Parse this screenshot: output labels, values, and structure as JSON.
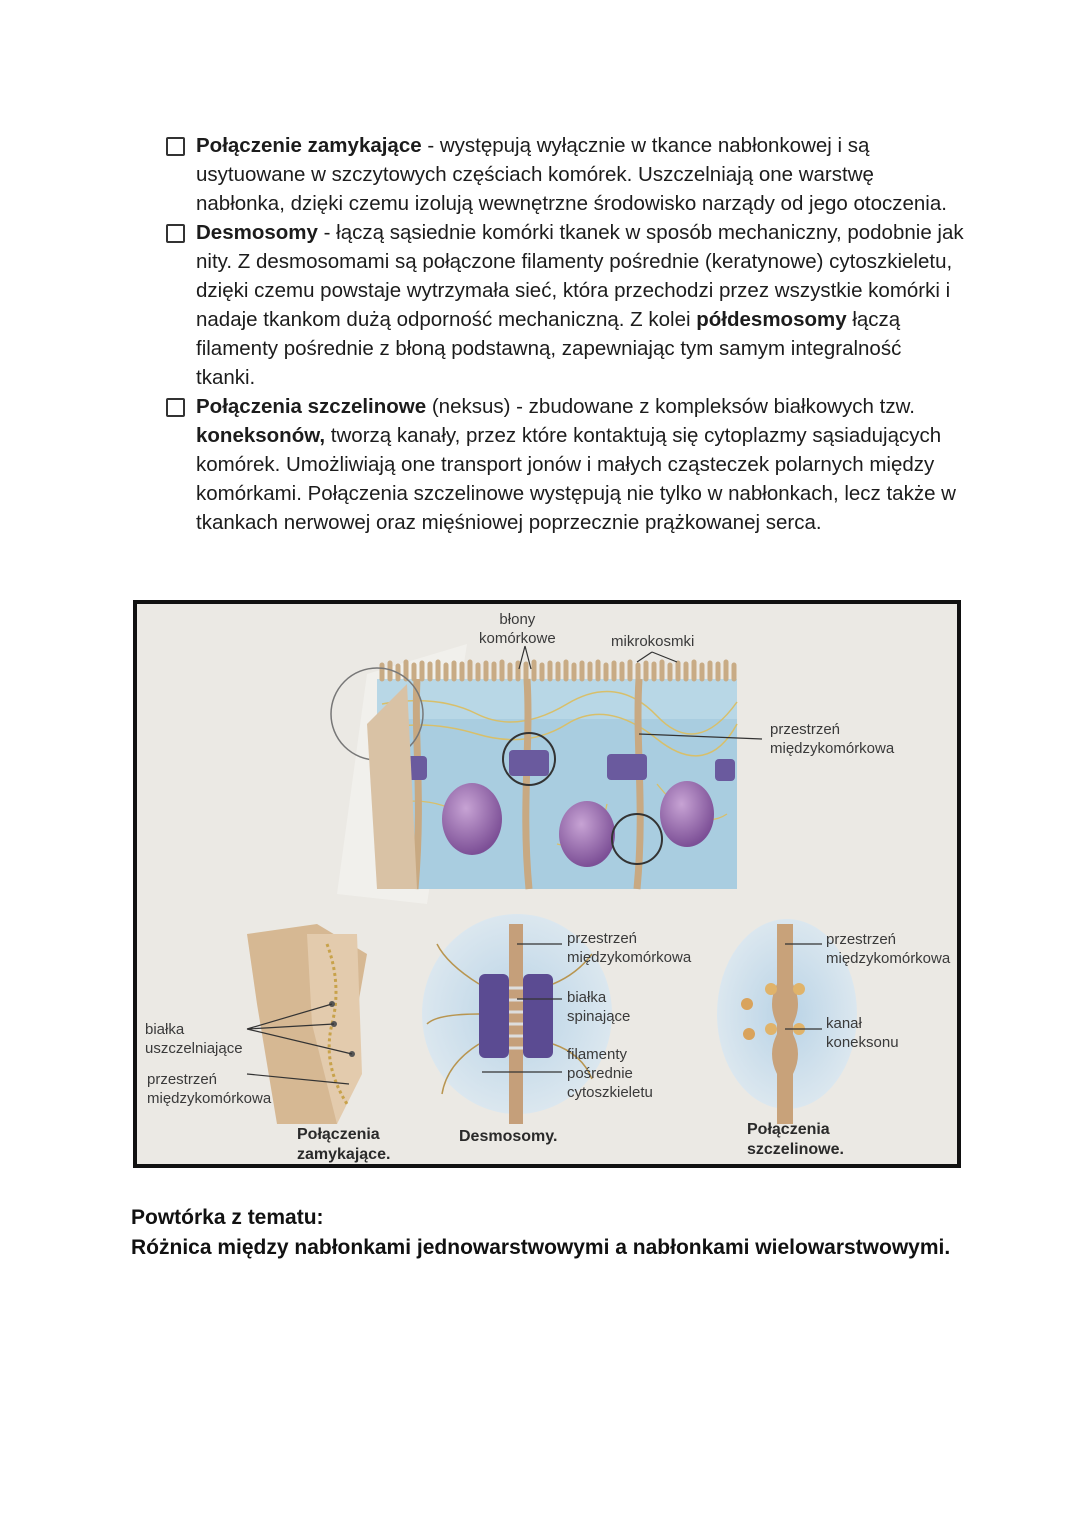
{
  "bullets": [
    {
      "term": "Połączenie zamykające",
      "text": " - występują wyłącznie w tkance nabłonkowej i są usytuowane w szczytowych częściach komórek. Uszczelniają one warstwę nabłonka, dzięki czemu izolują wewnętrzne środowisko narządy od jego otoczenia."
    },
    {
      "term": "Desmosomy",
      "text_a": " - łączą sąsiednie komórki tkanek w sposób mechaniczny, podobnie jak nity. Z desmosomami są połączone filamenty pośrednie (keratynowe) cytoszkieletu, dzięki czemu powstaje wytrzymała sieć, która przechodzi przez wszystkie komórki i nadaje tkankom dużą odporność mechaniczną. Z kolei ",
      "term2": "półdesmosomy",
      "text_b": " łączą filamenty pośrednie z błoną podstawną, zapewniając tym samym integralność tkanki."
    },
    {
      "term": "Połączenia szczelinowe",
      "text_a": " (neksus) - zbudowane z kompleksów białkowych tzw. ",
      "term2": "koneksonów,",
      "text_b": " tworzą kanały, przez które kontaktują się cytoplazmy sąsiadujących komórek. Umożliwiają one transport jonów i małych cząsteczek polarnych między komórkami. Połączenia szczelinowe występują nie tylko w nabłonkach, lecz także w tkankach nerwowej oraz mięśniowej poprzecznie prążkowanej serca."
    }
  ],
  "figure": {
    "labels": {
      "blony": "błony\nkomórkowe",
      "mikrokosmki": "mikrokosmki",
      "przestrzen_top": "przestrzeń\nmiędzykomórkowa",
      "przestrzen_desmo": "przestrzeń\nmiędzykomórkowa",
      "bialka_spinajace": "białka\nspinające",
      "filamenty": "filamenty\npośrednie\ncytoszkieletu",
      "przestrzen_gap": "przestrzeń\nmiędzykomórkowa",
      "kanal": "kanał\nkoneksonu",
      "bialka_uszczel": "białka\nuszczelniające",
      "przestrzen_tight": "przestrzeń\nmiędzykomórkowa"
    },
    "captions": {
      "tight": "Połączenia\nzamykające.",
      "desmo": "Desmosomy.",
      "gap": "Połączenia\nszczelinowe."
    }
  },
  "review": {
    "line1": "Powtórka z tematu:",
    "line2": "Różnica między nabłonkami jednowarstwowymi a nabłonkami wielowarstwowymi."
  }
}
